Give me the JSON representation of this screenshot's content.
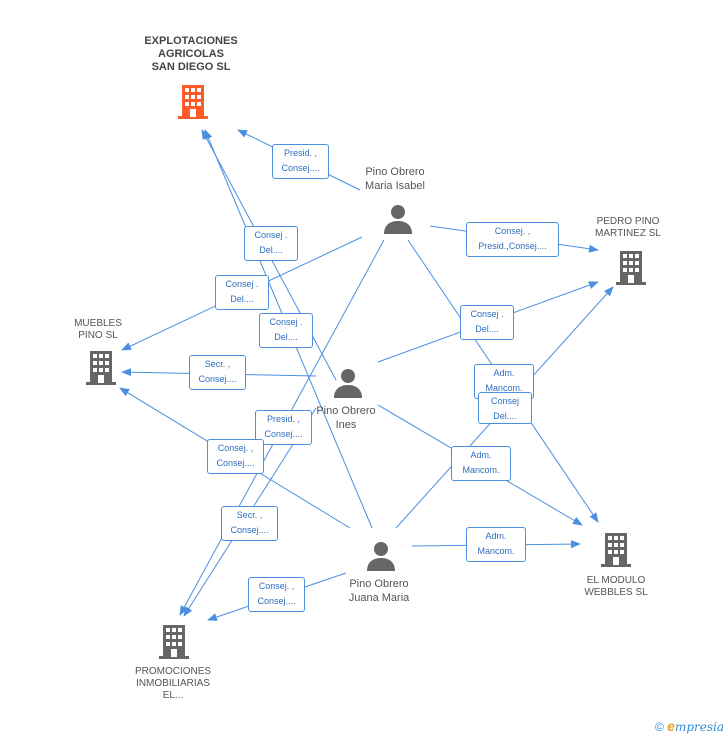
{
  "colors": {
    "edge": "#4a8fe0",
    "company": "#666666",
    "company_main": "#ff5a2a",
    "person": "#666666"
  },
  "companies": [
    {
      "id": "explotaciones",
      "label": "EXPLOTACIONES\nAGRICOLAS\nSAN DIEGO SL",
      "icon": "building-icon"
    },
    {
      "id": "pedro",
      "label": "PEDRO PINO\nMARTINEZ SL",
      "icon": "building-icon"
    },
    {
      "id": "muebles",
      "label": "MUEBLES\nPINO SL",
      "icon": "building-icon"
    },
    {
      "id": "modulo",
      "label": "EL MODULO\nWEBBLES SL",
      "icon": "building-icon"
    },
    {
      "id": "promociones",
      "label": "PROMOCIONES\nINMOBILIARIAS\nEL...",
      "icon": "building-icon"
    }
  ],
  "persons": [
    {
      "id": "isabel",
      "label": "Pino Obrero\nMaria Isabel",
      "icon": "person-icon"
    },
    {
      "id": "ines",
      "label": "Pino Obrero\nInes",
      "icon": "person-icon"
    },
    {
      "id": "juana",
      "label": "Pino Obrero\nJuana Maria",
      "icon": "person-icon"
    }
  ],
  "relations": [
    "Presid. ,\nConsej....",
    "Consej. ,\nPresid.,Consej....",
    "Consej .\nDel....",
    "Consej .\nDel....",
    "Consej .\nDel....",
    "Consej .\nDel....",
    "Secr. ,\nConsej....",
    "Adm.\nMancom.",
    "Consej\nDel....",
    "Presid. ,\nConsej....",
    "Consej. ,\nConsej....",
    "Adm.\nMancom.",
    "Secr. ,\nConsej....",
    "Adm.\nMancom.",
    "Consej. ,\nConsej...."
  ],
  "footer": {
    "copyright": "©",
    "brand_initial": "e",
    "brand_rest": "mpresia"
  }
}
